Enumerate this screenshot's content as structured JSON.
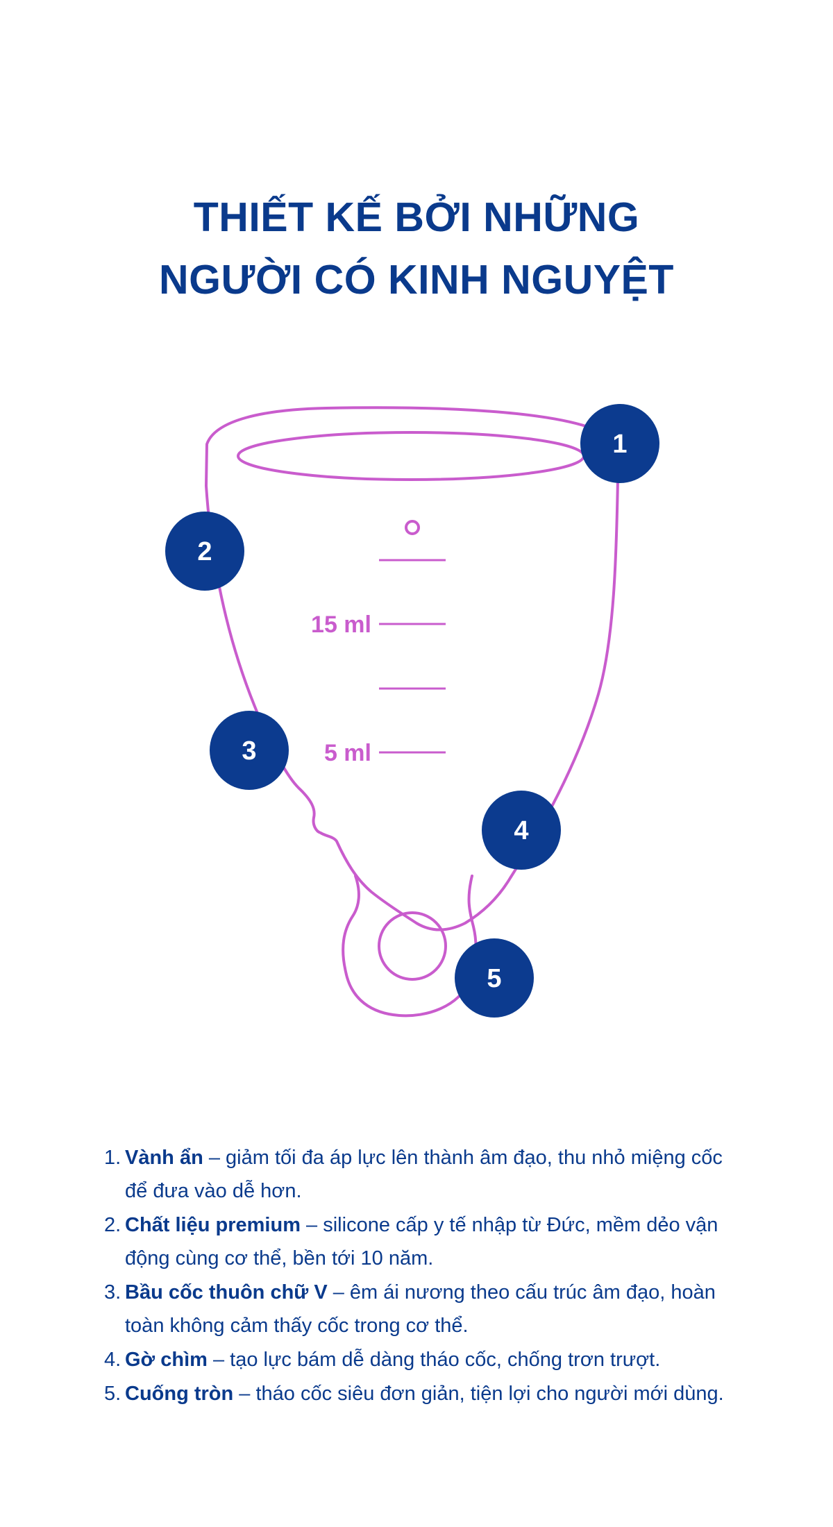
{
  "title": {
    "line1": "THIẾT KẾ BỞI NHỮNG",
    "line2": "NGƯỜI CÓ KINH NGUYỆT"
  },
  "diagram": {
    "volume_labels": {
      "upper": "15 ml",
      "lower": "5 ml"
    },
    "callouts": [
      "1",
      "2",
      "3",
      "4",
      "5"
    ],
    "colors": {
      "cup_outline": "#c95ccd",
      "callout_fill": "#0c3b8f",
      "text": "#0a3a8c"
    }
  },
  "features": [
    {
      "num": "1.",
      "term": "Vành ẩn",
      "desc": " – giảm tối đa áp lực lên thành âm đạo, thu nhỏ miệng cốc để đưa vào dễ hơn."
    },
    {
      "num": "2.",
      "term": "Chất liệu premium",
      "desc": " – silicone cấp y tế nhập từ Đức, mềm dẻo vận động cùng cơ thể, bền tới 10 năm."
    },
    {
      "num": "3.",
      "term": "Bầu cốc thuôn chữ V",
      "desc": " – êm ái nương theo cấu trúc âm đạo, hoàn toàn không cảm thấy cốc trong cơ thể."
    },
    {
      "num": "4.",
      "term": "Gờ chìm",
      "desc": " – tạo lực bám dễ dàng tháo cốc, chống trơn trượt."
    },
    {
      "num": "5.",
      "term": "Cuống tròn",
      "desc": " – tháo cốc siêu đơn giản, tiện lợi cho người mới dùng."
    }
  ]
}
